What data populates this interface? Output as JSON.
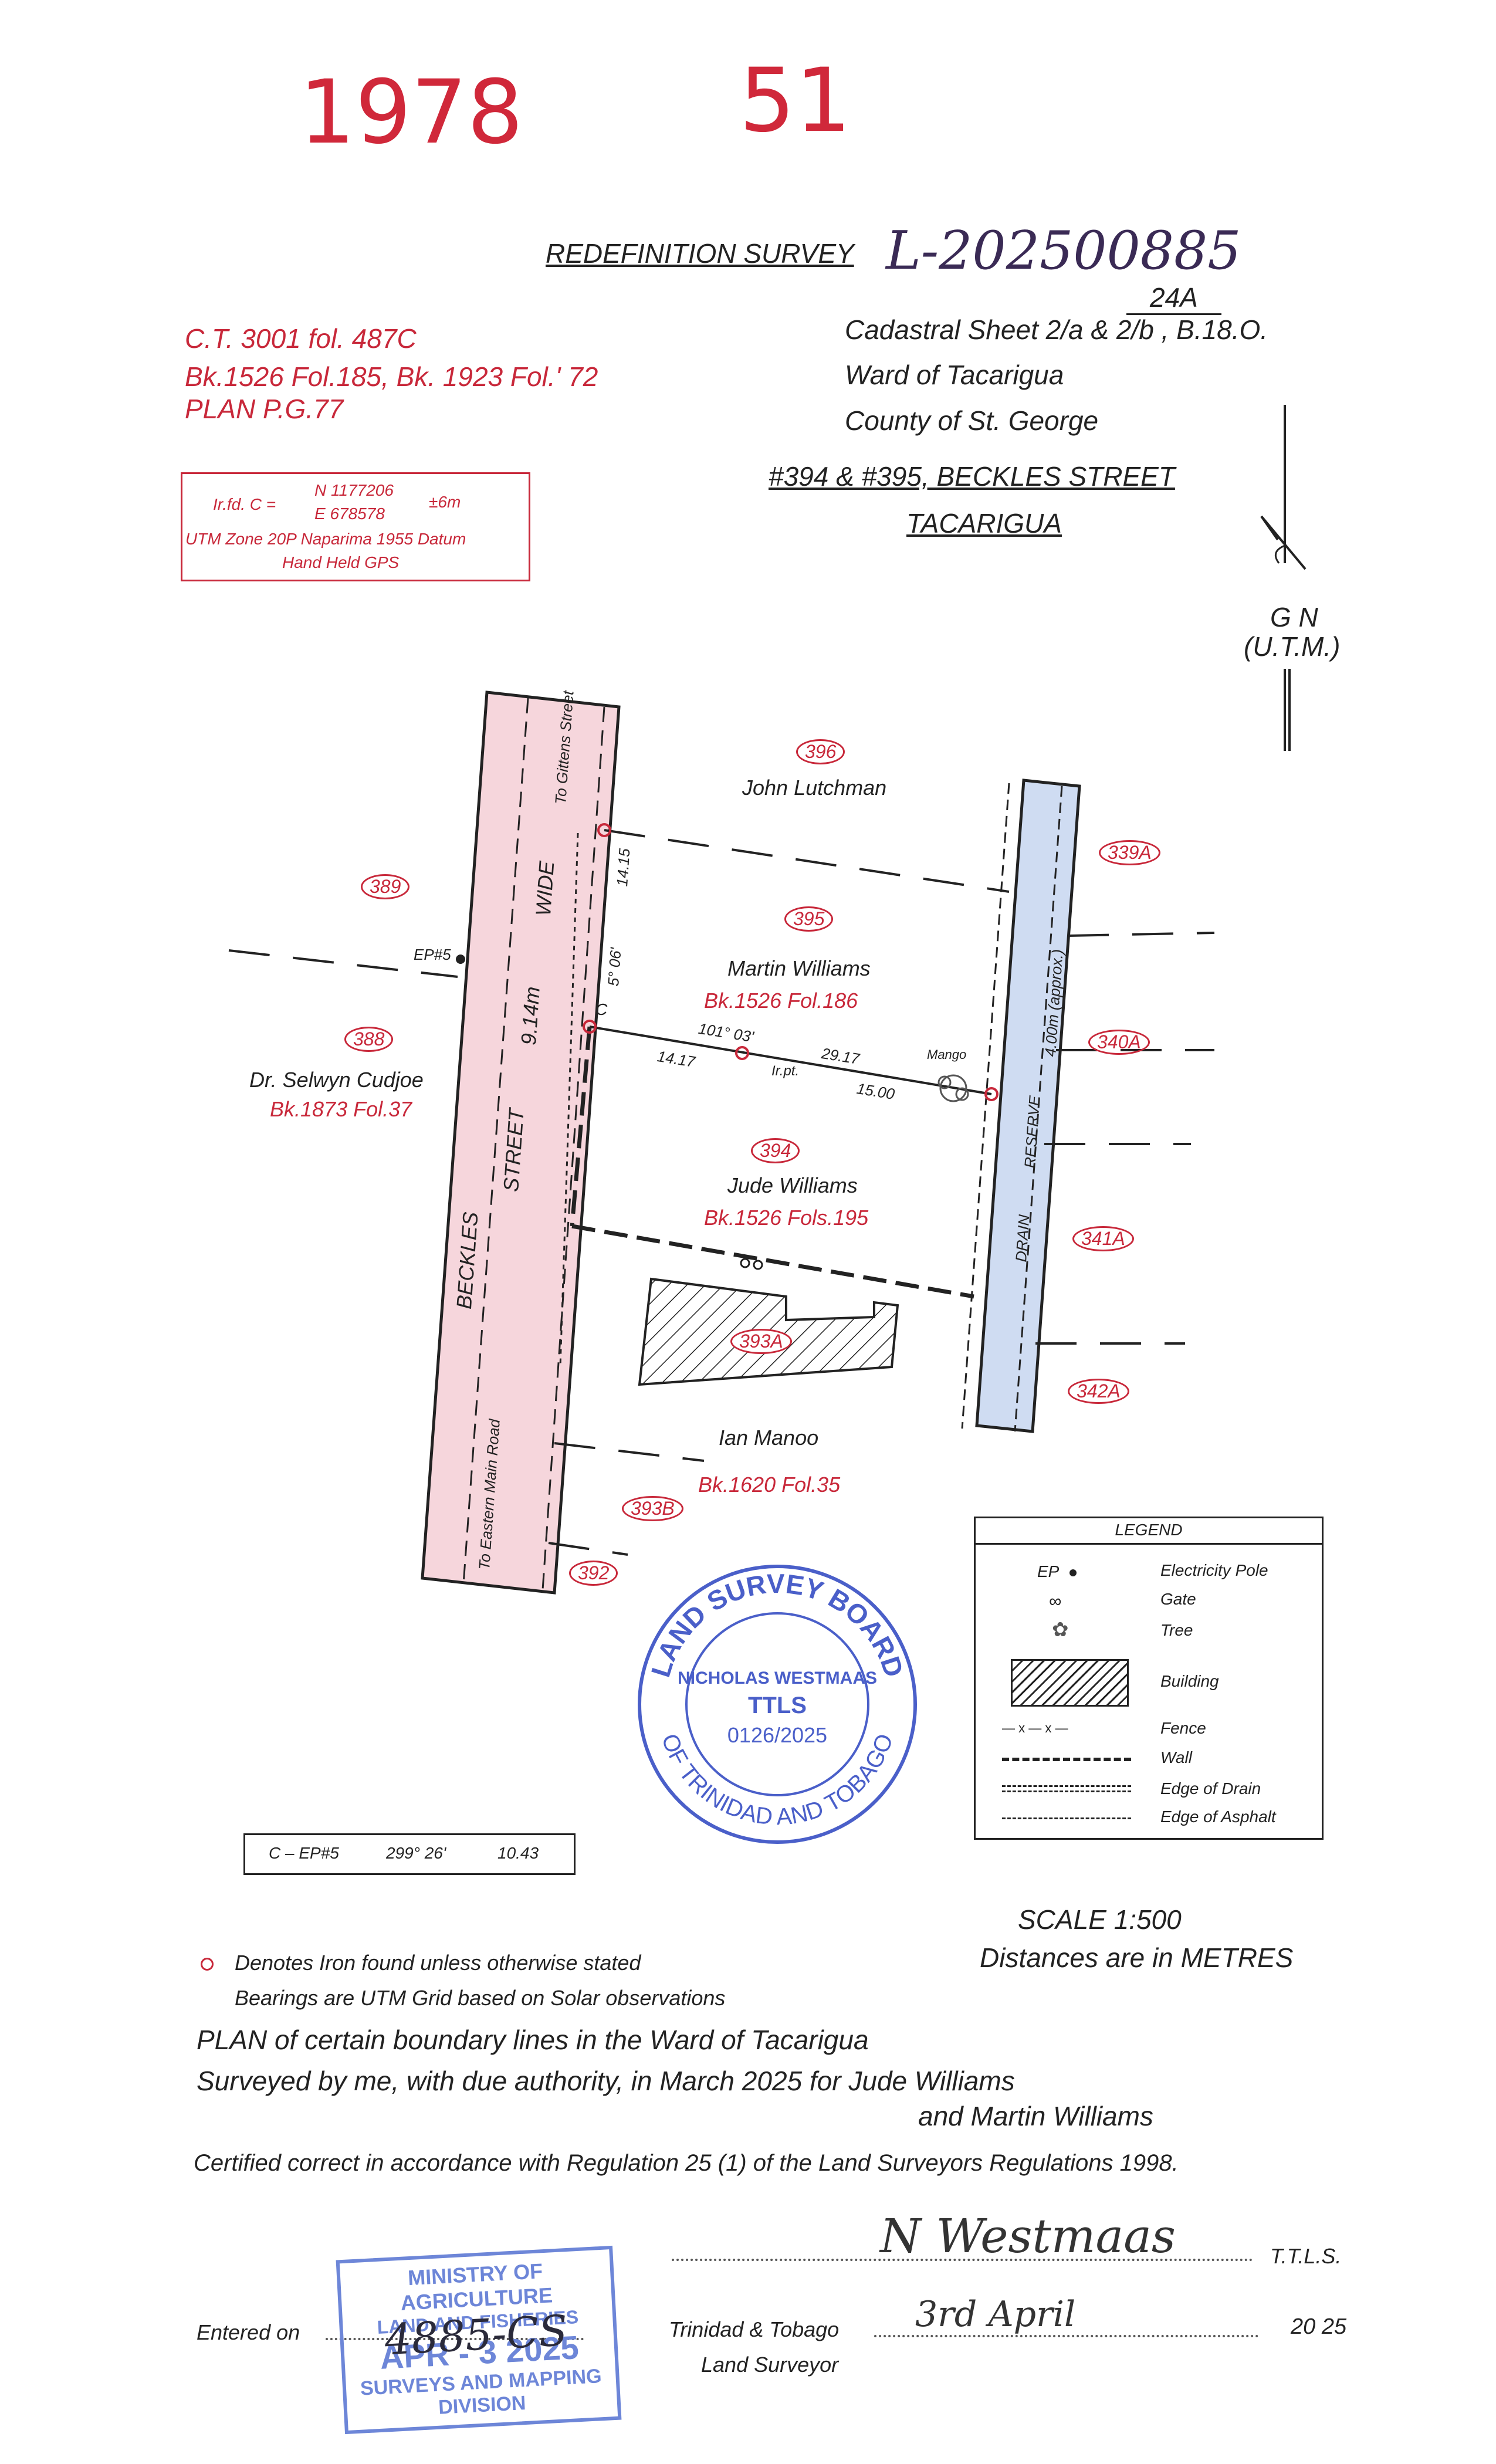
{
  "header": {
    "year_stamp": "1978",
    "sheet_no": "51",
    "survey_title": "REDEFINITION SURVEY",
    "reference_no": "L-202500885"
  },
  "titles": {
    "ct": "C.T. 3001 fol. 487C",
    "bk": "Bk.1526 Fol.185, Bk. 1923 Fol.' 72",
    "plan": "PLAN P.G.77"
  },
  "cadastral": {
    "sheet_super": "24A",
    "sheet": "Cadastral Sheet 2/a & 2/b , B.18.O.",
    "ward": "Ward of Tacarigua",
    "county": "County of St. George",
    "address_line1": "#394 & #395, BECKLES STREET",
    "address_line2": "TACARIGUA"
  },
  "gps_box": {
    "label": "Ir.fd. C =",
    "north": "N 1177206",
    "east": "E 678578",
    "accuracy": "±6m",
    "datum": "UTM Zone 20P Naparima 1955 Datum",
    "method": "Hand Held GPS"
  },
  "north_arrow": {
    "label": "G N",
    "sub": "(U.T.M.)"
  },
  "map_labels": {
    "street_name": "BECKLES",
    "street_word": "STREET",
    "street_width": "9.14m",
    "street_wide": "WIDE",
    "to_gittens": "To Gittens Street",
    "to_eastern": "To Eastern Main Road",
    "drain": "DRAIN",
    "reserve": "RESERVE",
    "drain_width": "4.00m (approx.)",
    "ep5": "EP#5",
    "corner_c": "C",
    "bearing_c": "5° 06'",
    "dist_c": "14.15",
    "bearing_line": "101° 03'",
    "dist_1": "14.17",
    "dist_2": "29.17",
    "dist_3": "15.00",
    "ir_pt": "Ir.pt.",
    "mango": "Mango"
  },
  "parcels": [
    {
      "no": "396",
      "owner": "John Lutchman",
      "ref": ""
    },
    {
      "no": "395",
      "owner": "Martin Williams",
      "ref": "Bk.1526 Fol.186"
    },
    {
      "no": "394",
      "owner": "Jude Williams",
      "ref": "Bk.1526 Fols.195"
    },
    {
      "no": "388",
      "owner": "Dr. Selwyn Cudjoe",
      "ref": "Bk.1873 Fol.37"
    },
    {
      "no": "393B",
      "owner": "Ian Manoo",
      "ref": "Bk.1620 Fol.35"
    },
    {
      "no": "389",
      "owner": "",
      "ref": ""
    },
    {
      "no": "339A",
      "owner": "",
      "ref": ""
    },
    {
      "no": "340A",
      "owner": "",
      "ref": ""
    },
    {
      "no": "341A",
      "owner": "",
      "ref": ""
    },
    {
      "no": "342A",
      "owner": "",
      "ref": ""
    },
    {
      "no": "393A",
      "owner": "",
      "ref": ""
    },
    {
      "no": "392",
      "owner": "",
      "ref": ""
    }
  ],
  "legend": {
    "title": "LEGEND",
    "items": [
      {
        "symbol": "EP",
        "label": "Electricity Pole"
      },
      {
        "symbol": "",
        "label": "Gate"
      },
      {
        "symbol": "",
        "label": "Tree"
      },
      {
        "symbol": "",
        "label": "Building"
      },
      {
        "symbol": "",
        "label": "Fence"
      },
      {
        "symbol": "",
        "label": "Wall"
      },
      {
        "symbol": "",
        "label": "Edge of Drain"
      },
      {
        "symbol": "",
        "label": "Edge of Asphalt"
      }
    ]
  },
  "stamp": {
    "top": "LAND SURVEY BOARD",
    "name": "NICHOLAS WESTMAAS",
    "title": "TTLS",
    "number": "0126/2025",
    "bottom": "OF TRINIDAD AND TOBAGO"
  },
  "tie": {
    "from_to": "C – EP#5",
    "bearing": "299° 26'",
    "distance": "10.43"
  },
  "notes": {
    "scale": "SCALE 1:500",
    "units": "Distances are in METRES",
    "iron": "Denotes Iron found unless otherwise stated",
    "bearings": "Bearings are UTM Grid based on Solar observations",
    "plan1": "PLAN of certain boundary lines in the Ward of Tacarigua",
    "plan2": "Surveyed by me, with due authority, in March 2025 for Jude Williams",
    "plan3": "and Martin Williams",
    "certified": "Certified correct in accordance with Regulation 25 (1) of the Land Surveyors Regulations 1998."
  },
  "signature": {
    "signed": "N Westmaas",
    "ttls": "T.T.L.S.",
    "country": "Trinidad & Tobago",
    "role": "Land Surveyor",
    "date": "3rd April",
    "year": "20 25",
    "entered_on": "Entered on"
  },
  "ministry_stamp": {
    "line1": "MINISTRY OF AGRICULTURE",
    "line2": "LAND AND FISHERIES",
    "date": "APR - 3 2025",
    "line3": "SURVEYS AND MAPPING",
    "line4": "DIVISION",
    "handwritten": "4885-CS"
  }
}
